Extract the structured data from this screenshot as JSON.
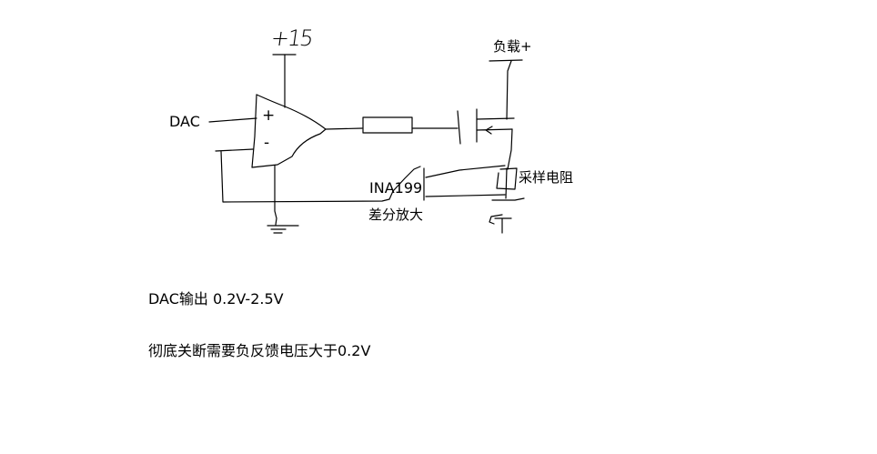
{
  "labels": {
    "supply": "+15",
    "dac_input": "DAC",
    "opamp_plus": "+",
    "opamp_minus": "-",
    "load": "负载+",
    "sense_resistor": "采样电阻",
    "amp_part": "INA199",
    "amp_desc": "差分放大"
  },
  "notes": [
    "DAC输出 0.2V-2.5V",
    "彻底关断需要负反馈电压大于0.2V"
  ]
}
